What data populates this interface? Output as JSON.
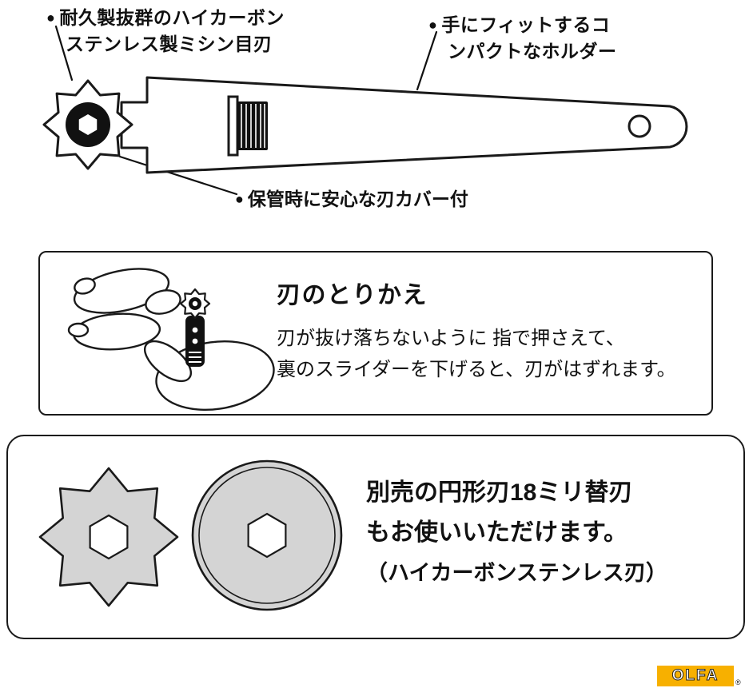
{
  "page": {
    "background": "#ffffff"
  },
  "icons": {
    "bullet": "●"
  },
  "colors": {
    "ink": "#1a1a1a",
    "blade_gray": "#d4d4d4",
    "brand_yellow": "#f7b000"
  },
  "annotations": {
    "blade_note": {
      "line1": "耐久製抜群のハイカーボン",
      "line2": "ステンレス製ミシン目刃"
    },
    "holder_note": {
      "line1": "手にフィットするコ",
      "line2": "ンパクトなホルダー"
    },
    "cover_note": "保管時に安心な刃カバー付"
  },
  "replace_section": {
    "title": "刃のとりかえ",
    "body_line1": "刃が抜け落ちないように 指で押さえて、",
    "body_line2": "裏のスライダーを下げると、刃がはずれます。"
  },
  "optional_blade_section": {
    "line1": "別売の円形刃18ミリ替刃",
    "line2": "もお使いいただけます。",
    "line3": "（ハイカーボンステンレス刃）"
  },
  "brand": {
    "logo_text": "OLFA",
    "registered_mark": "®"
  }
}
